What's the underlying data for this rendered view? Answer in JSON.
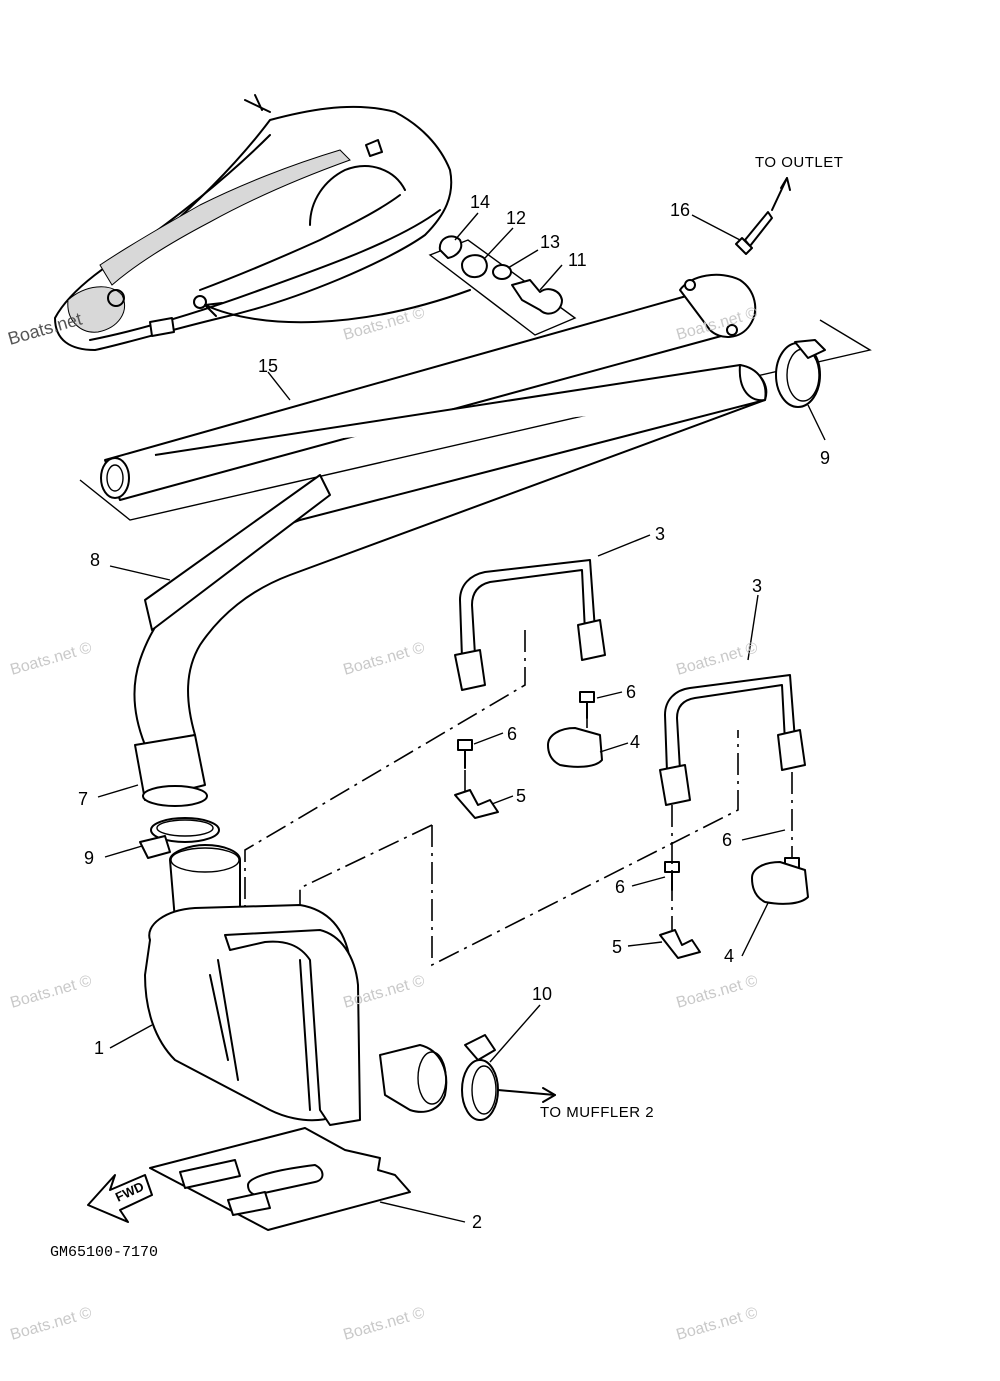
{
  "callouts": [
    {
      "id": "1",
      "text": "1"
    },
    {
      "id": "2",
      "text": "2"
    },
    {
      "id": "3a",
      "text": "3"
    },
    {
      "id": "3b",
      "text": "3"
    },
    {
      "id": "4a",
      "text": "4"
    },
    {
      "id": "4b",
      "text": "4"
    },
    {
      "id": "5a",
      "text": "5"
    },
    {
      "id": "5b",
      "text": "5"
    },
    {
      "id": "6a",
      "text": "6"
    },
    {
      "id": "6b",
      "text": "6"
    },
    {
      "id": "6c",
      "text": "6"
    },
    {
      "id": "6d",
      "text": "6"
    },
    {
      "id": "7",
      "text": "7"
    },
    {
      "id": "8",
      "text": "8"
    },
    {
      "id": "9a",
      "text": "9"
    },
    {
      "id": "9b",
      "text": "9"
    },
    {
      "id": "10",
      "text": "10"
    },
    {
      "id": "11",
      "text": "11"
    },
    {
      "id": "12",
      "text": "12"
    },
    {
      "id": "13",
      "text": "13"
    },
    {
      "id": "14",
      "text": "14"
    },
    {
      "id": "15",
      "text": "15"
    },
    {
      "id": "16",
      "text": "16"
    }
  ],
  "notes": {
    "to_outlet": "TO OUTLET",
    "to_muffler": "TO MUFFLER 2",
    "fwd": "FWD",
    "drawing_code": "GM65100-7170"
  },
  "watermark": {
    "text": "Boats.net ©",
    "corner_text": "Boats.net"
  }
}
